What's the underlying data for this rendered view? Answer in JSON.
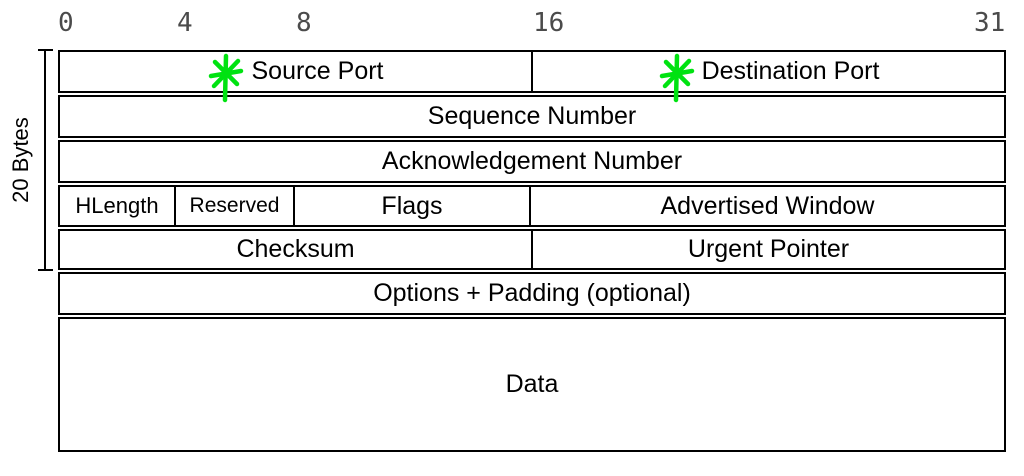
{
  "axis": {
    "ticks": [
      "0",
      "4",
      "8",
      "16",
      "31"
    ]
  },
  "bracket": {
    "label": "20 Bytes"
  },
  "colors": {
    "border": "#000000",
    "asterisk_green": "#00e211",
    "tick_gray": "#4b4b4b"
  },
  "rows": [
    {
      "cells": [
        {
          "label": "Source Port",
          "asterisk": true
        },
        {
          "label": "Destination Port",
          "asterisk": true
        }
      ]
    },
    {
      "cells": [
        {
          "label": "Sequence Number"
        }
      ]
    },
    {
      "cells": [
        {
          "label": "Acknowledgement Number"
        }
      ]
    },
    {
      "cells": [
        {
          "label": "HLength"
        },
        {
          "label": "Reserved"
        },
        {
          "label": "Flags"
        },
        {
          "label": "Advertised Window"
        }
      ]
    },
    {
      "cells": [
        {
          "label": "Checksum"
        },
        {
          "label": "Urgent Pointer"
        }
      ]
    },
    {
      "cells": [
        {
          "label": "Options + Padding (optional)"
        }
      ]
    },
    {
      "cells": [
        {
          "label": "Data"
        }
      ]
    }
  ]
}
